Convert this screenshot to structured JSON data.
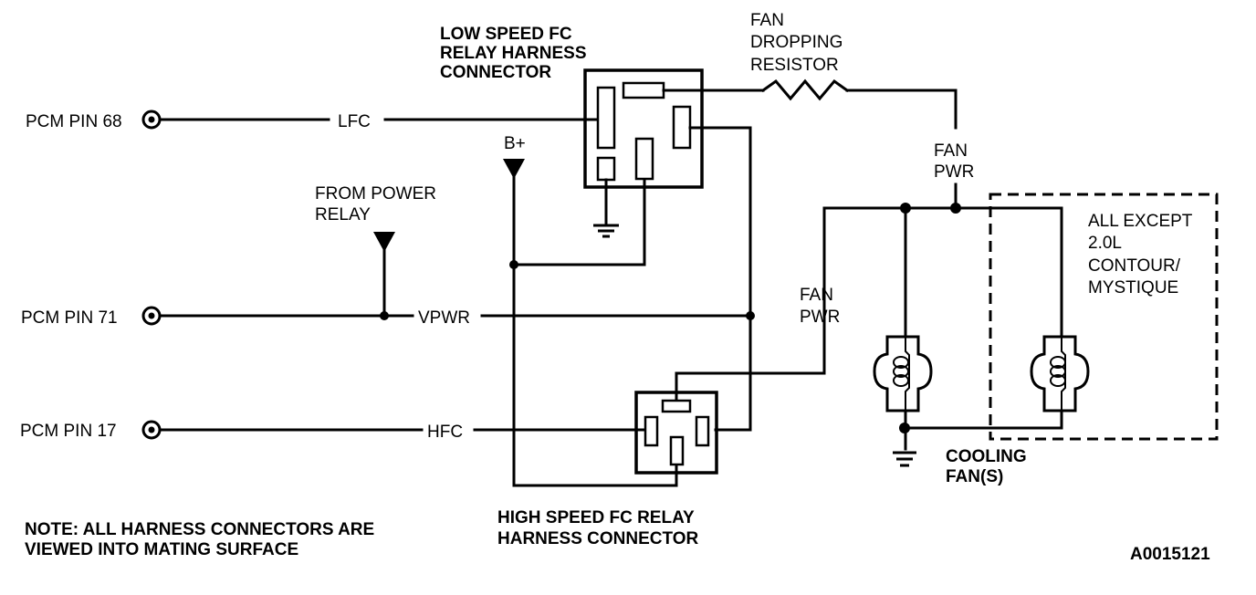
{
  "diagram": {
    "pcm_pins": [
      {
        "label": "PCM PIN 68",
        "signal": "LFC"
      },
      {
        "label": "PCM PIN 71",
        "signal": "VPWR"
      },
      {
        "label": "PCM PIN 17",
        "signal": "HFC"
      }
    ],
    "sources": {
      "b_plus": "B+",
      "from_power_relay": [
        "FROM POWER",
        "RELAY"
      ]
    },
    "low_speed_connector": [
      "LOW SPEED FC",
      "RELAY HARNESS",
      "CONNECTOR"
    ],
    "high_speed_connector": [
      "HIGH SPEED FC RELAY",
      "HARNESS CONNECTOR"
    ],
    "resistor": [
      "FAN",
      "DROPPING",
      "RESISTOR"
    ],
    "fan_pwr_top": [
      "FAN",
      "PWR"
    ],
    "fan_pwr_left": [
      "FAN",
      "PWR"
    ],
    "variant_note": [
      "ALL EXCEPT",
      "2.0L",
      "CONTOUR/",
      "MYSTIQUE"
    ],
    "cooling_fans": [
      "COOLING",
      "FAN(S)"
    ],
    "note": [
      "NOTE: ALL HARNESS CONNECTORS ARE",
      "VIEWED INTO MATING SURFACE"
    ],
    "figure_id": "A0015121"
  }
}
